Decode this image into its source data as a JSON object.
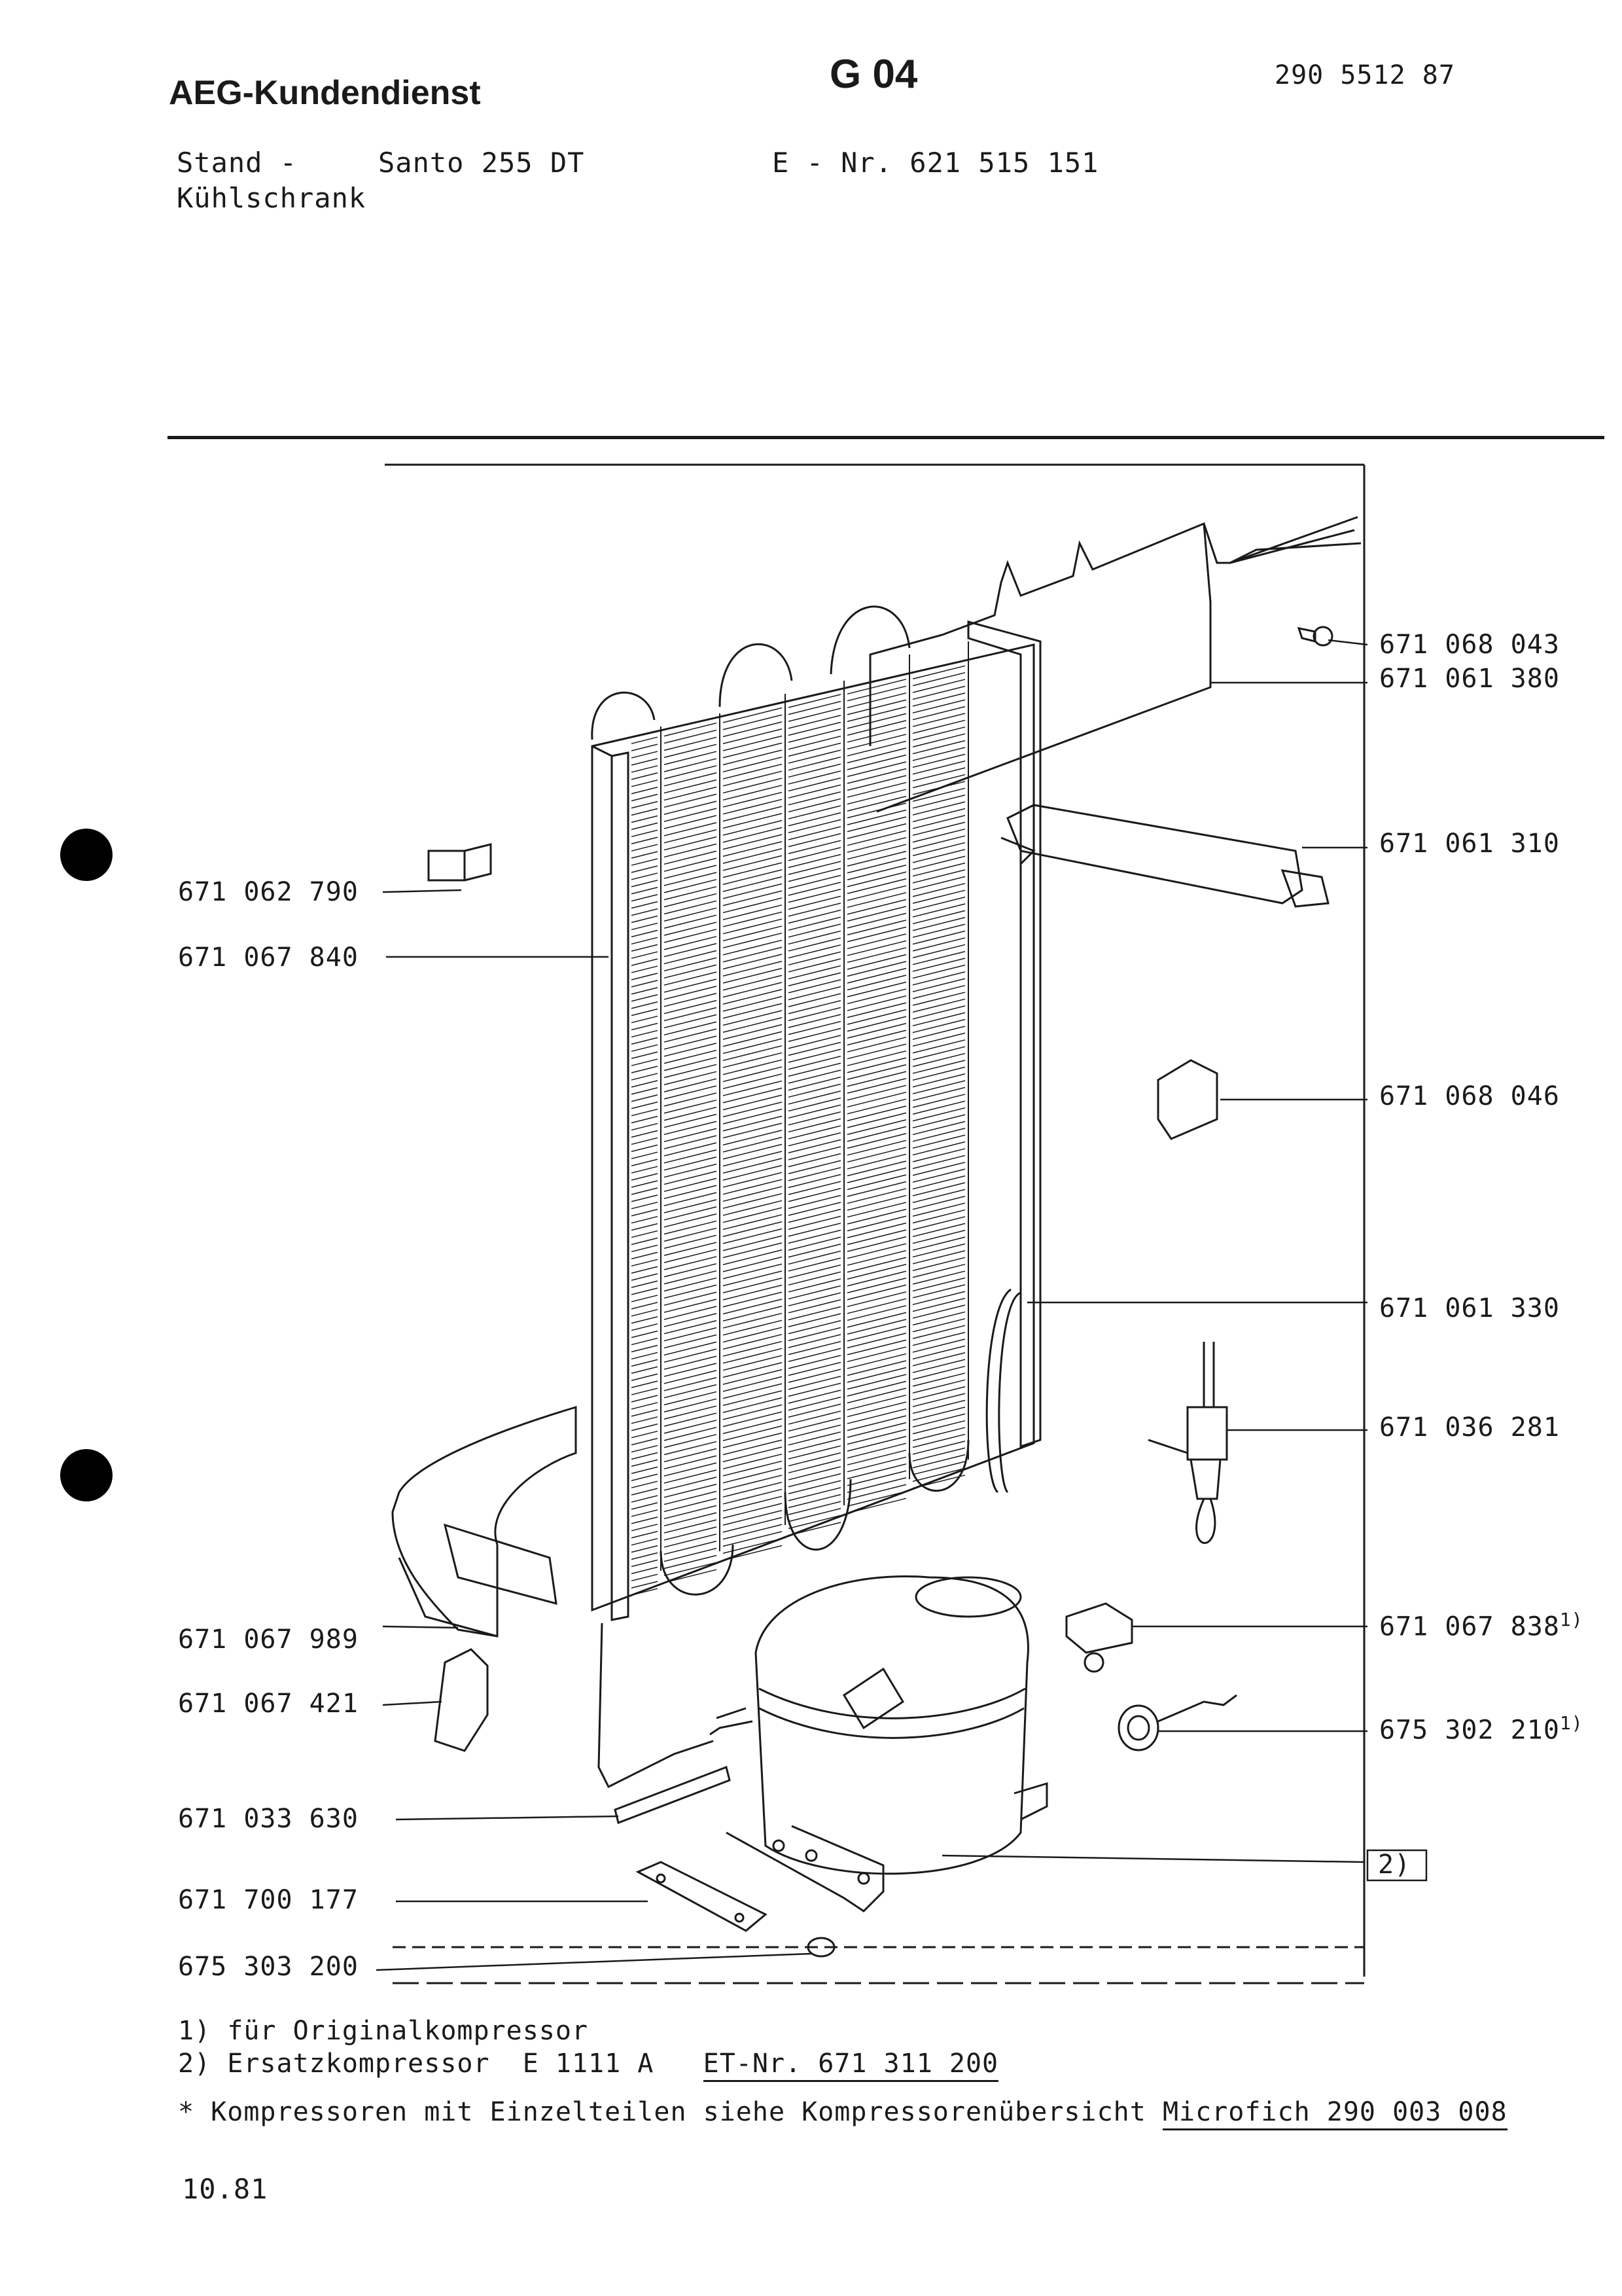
{
  "header": {
    "brand": "AEG-Kundendienst",
    "sheet_code": "G 04",
    "doc_number": "290 5512 87",
    "stand_label": "Stand -",
    "model": "Santo 255 DT",
    "appliance": "Kühlschrank",
    "e_nr": "E - Nr. 621 515 151"
  },
  "parts": {
    "p1": "671 068 043",
    "p2": "671 061 380",
    "p3": "671 061 310",
    "p4": "671 068 046",
    "p5": "671 061 330",
    "p6": "671 036 281",
    "p7": "671 067 838",
    "p7_note": "1)",
    "p8": "675 302 210",
    "p8_note": "1)",
    "p9": "2)",
    "l1": "671 062 790",
    "l2": "671 067 840",
    "l3": "671 067 989",
    "l4": "671 067 421",
    "l5": "671 033 630",
    "l6": "671 700 177",
    "l7": "675 303 200"
  },
  "footnotes": {
    "note1": "1) für Originalkompressor",
    "note2_prefix": "2) Ersatzkompressor  E 1111 A",
    "note2_ref": "ET-Nr. 671 311 200",
    "note3_prefix": "* Kompressoren mit Einzelteilen siehe Kompressorenübersicht",
    "note3_ref": "Microfich 290 003 008"
  },
  "date": "10.81"
}
